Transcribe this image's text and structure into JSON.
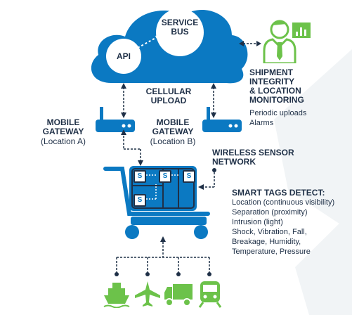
{
  "cloud": {
    "service_bus": "SERVICE\nBUS",
    "api": "API"
  },
  "monitoring": {
    "title": "SHIPMENT\nINTEGRITY\n& LOCATION\nMONITORING",
    "details": [
      "Periodic uploads",
      "Alarms"
    ]
  },
  "cellular": "CELLULAR\nUPLOAD",
  "gateway_a": {
    "title": "MOBILE\nGATEWAY",
    "location": "(Location A)"
  },
  "gateway_b": {
    "title": "MOBILE\nGATEWAY",
    "location": "(Location B)"
  },
  "wsn": "WIRELESS SENSOR\nNETWORK",
  "tag_letter": "S",
  "smart_tags": {
    "title": "SMART TAGS DETECT:",
    "items": [
      "Location (continuous visibility)",
      "Separation (proximity)",
      "Intrusion (light)",
      "Shock, Vibration, Fall,",
      "Breakage, Humidity,",
      "Temperature, Pressure"
    ]
  },
  "colors": {
    "blue": "#0b79c2",
    "light_blue": "#1d8fd6",
    "green": "#6cc24a",
    "navy": "#1f3047",
    "grey_bg": "#eef2f4"
  },
  "icons": [
    "ship-icon",
    "plane-icon",
    "truck-icon",
    "train-icon",
    "person-chart-icon",
    "router-icon",
    "cart-icon"
  ]
}
